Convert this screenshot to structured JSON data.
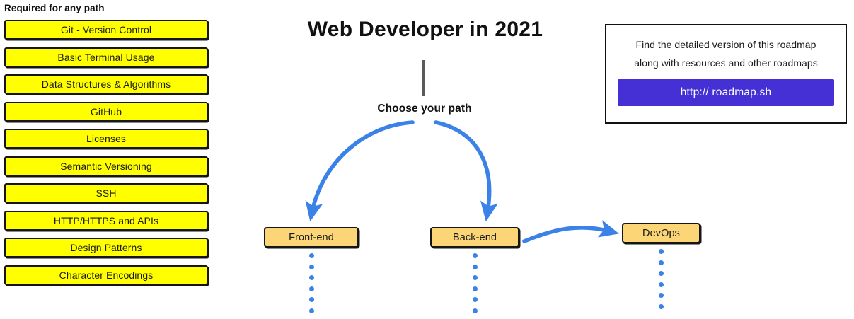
{
  "left_column": {
    "heading": "Required for any path",
    "items": [
      {
        "label": "Git - Version Control"
      },
      {
        "label": "Basic Terminal Usage"
      },
      {
        "label": "Data Structures & Algorithms"
      },
      {
        "label": "GitHub"
      },
      {
        "label": "Licenses"
      },
      {
        "label": "Semantic Versioning"
      },
      {
        "label": "SSH"
      },
      {
        "label": "HTTP/HTTPS and APIs"
      },
      {
        "label": "Design Patterns"
      },
      {
        "label": "Character Encodings"
      }
    ]
  },
  "center": {
    "title": "Web Developer in 2021",
    "choose_label": "Choose your path",
    "nodes": [
      {
        "label": "Front-end"
      },
      {
        "label": "Back-end"
      },
      {
        "label": "DevOps"
      }
    ]
  },
  "info_card": {
    "line1": "Find the detailed version of this roadmap",
    "line2": "along with resources and other roadmaps",
    "link_label": "http:// roadmap.sh"
  },
  "colors": {
    "required_box_fill": "#ffff00",
    "node_box_fill": "#fcd577",
    "arrow_blue": "#3b82e8",
    "link_button": "#4430d4",
    "stem_gray": "#5a5a5a",
    "outline_black": "#151515",
    "page_background": "#ffffff"
  }
}
